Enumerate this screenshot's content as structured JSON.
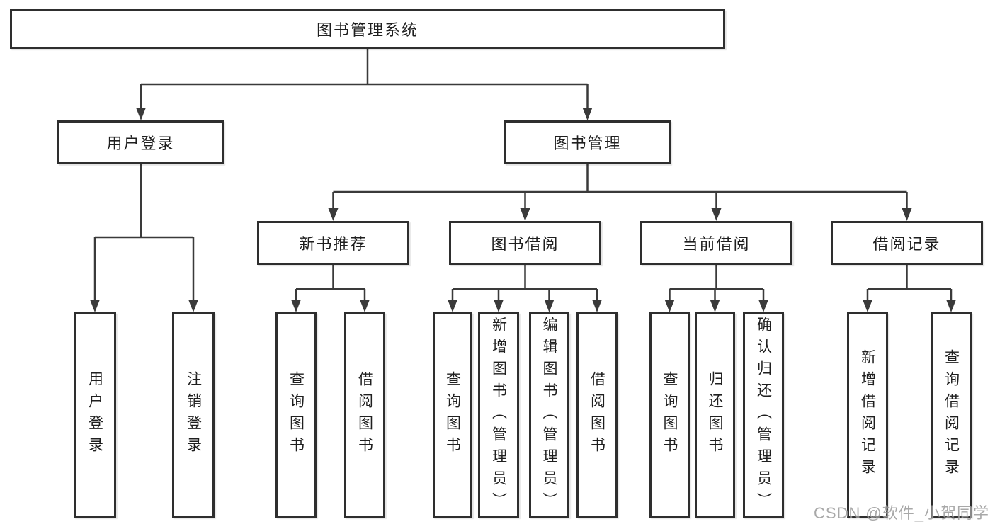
{
  "colors": {
    "line-color": "#3a3a3a",
    "border-color": "#2e2e2e",
    "fill-color": "#ffffff",
    "text-color": "#1f1f1f",
    "watermark-color": "#9a9a9a"
  },
  "watermark": "CSDN @软件_小贺同学",
  "tree": {
    "root": {
      "label": "图书管理系统"
    },
    "branches": [
      {
        "label": "用户登录",
        "children": [
          {
            "label": "用户登录"
          },
          {
            "label": "注销登录"
          }
        ]
      },
      {
        "label": "图书管理",
        "children": [
          {
            "label": "新书推荐",
            "children": [
              {
                "label": "查询图书"
              },
              {
                "label": "借阅图书"
              }
            ]
          },
          {
            "label": "图书借阅",
            "children": [
              {
                "label": "查询图书"
              },
              {
                "label": "新增图书（管理员）"
              },
              {
                "label": "编辑图书（管理员）"
              },
              {
                "label": "借阅图书"
              }
            ]
          },
          {
            "label": "当前借阅",
            "children": [
              {
                "label": "查询图书"
              },
              {
                "label": "归还图书"
              },
              {
                "label": "确认归还（管理员）"
              }
            ]
          },
          {
            "label": "借阅记录",
            "children": [
              {
                "label": "新增借阅记录"
              },
              {
                "label": "查询借阅记录"
              }
            ]
          }
        ]
      }
    ]
  }
}
